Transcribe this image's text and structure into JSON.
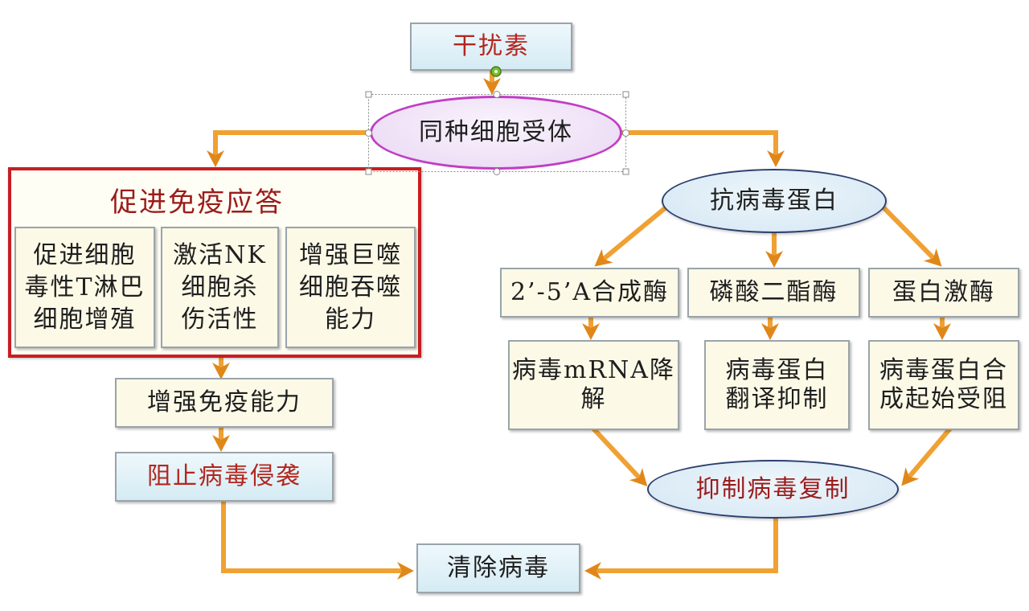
{
  "diagram": {
    "interferon": "干扰素",
    "receptor": "同种细胞受体",
    "immune_response": {
      "title": "促进免疫应答",
      "items": [
        "促进细胞\n毒性T淋巴\n细胞增殖",
        "激活NK\n细胞杀\n伤活性",
        "增强巨噬\n细胞吞噬\n能力"
      ]
    },
    "enhance_immunity": "增强免疫能力",
    "block_invasion": "阻止病毒侵袭",
    "clear_virus": "清除病毒",
    "antiviral_protein": "抗病毒蛋白",
    "enzymes": [
      "2’-5’A合成酶",
      "磷酸二酯酶",
      "蛋白激酶"
    ],
    "effects": [
      "病毒mRNA降\n解",
      "病毒蛋白\n翻译抑制",
      "病毒蛋白合\n成起始受阻"
    ],
    "inhibit_replication": "抑制病毒复制"
  },
  "colors": {
    "arrow": "#f0a133",
    "arrow_head": "#e0871a",
    "red_frame": "#c81d22",
    "dark_red": "#9b1c1c",
    "red_text": "#b3261e",
    "receptor_border": "#c03ec4",
    "ellipse_border": "#2d3f6d",
    "box_border": "#9aa4aa"
  }
}
